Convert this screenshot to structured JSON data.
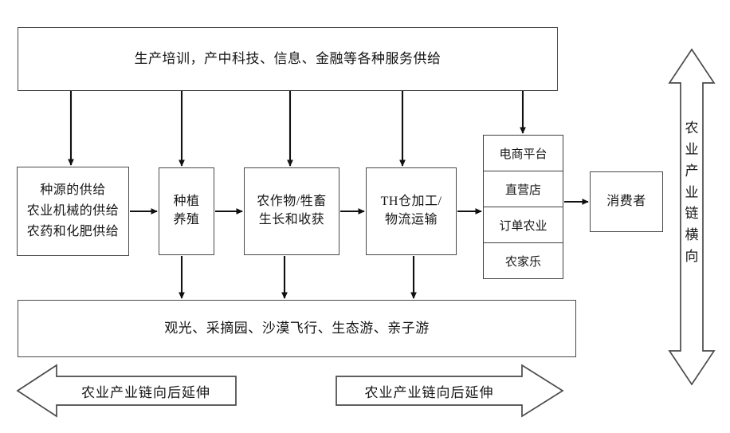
{
  "diagram": {
    "banner_top": {
      "text": "生产培训，产中科技、信息、金融等各种服务供给"
    },
    "banner_bottom": {
      "text": "观光、采摘园、沙漠飞行、生态游、亲子游"
    },
    "supply_box": {
      "lines": [
        "种源的供给",
        "农业机械的供给",
        "农药和化肥供给"
      ]
    },
    "process_boxes": [
      {
        "name": "planting-breeding",
        "lines": [
          "种植",
          "养殖"
        ]
      },
      {
        "name": "crop-livestock-growth",
        "lines": [
          "农作物/牲畜",
          "生长和收获"
        ]
      },
      {
        "name": "processing-logistics",
        "lines": [
          "TH仓加工/",
          "物流运输"
        ]
      }
    ],
    "channel_stack": {
      "cells": [
        "电商平台",
        "直营店",
        "订单农业",
        "农家乐"
      ]
    },
    "consumer_box": {
      "text": "消费者"
    },
    "block_arrow_left": {
      "text": "农业产业链向后延伸",
      "direction": "left"
    },
    "block_arrow_right": {
      "text": "农业产业链向后延伸",
      "direction": "right"
    },
    "vertical_arrow": {
      "chars": [
        "农",
        "业",
        "产",
        "业",
        "链",
        "横",
        "向"
      ],
      "direction": "double-vertical"
    },
    "colors": {
      "stroke": "#3f3f3f",
      "arrow": "#111111",
      "background": "#ffffff",
      "text": "#151515"
    }
  }
}
